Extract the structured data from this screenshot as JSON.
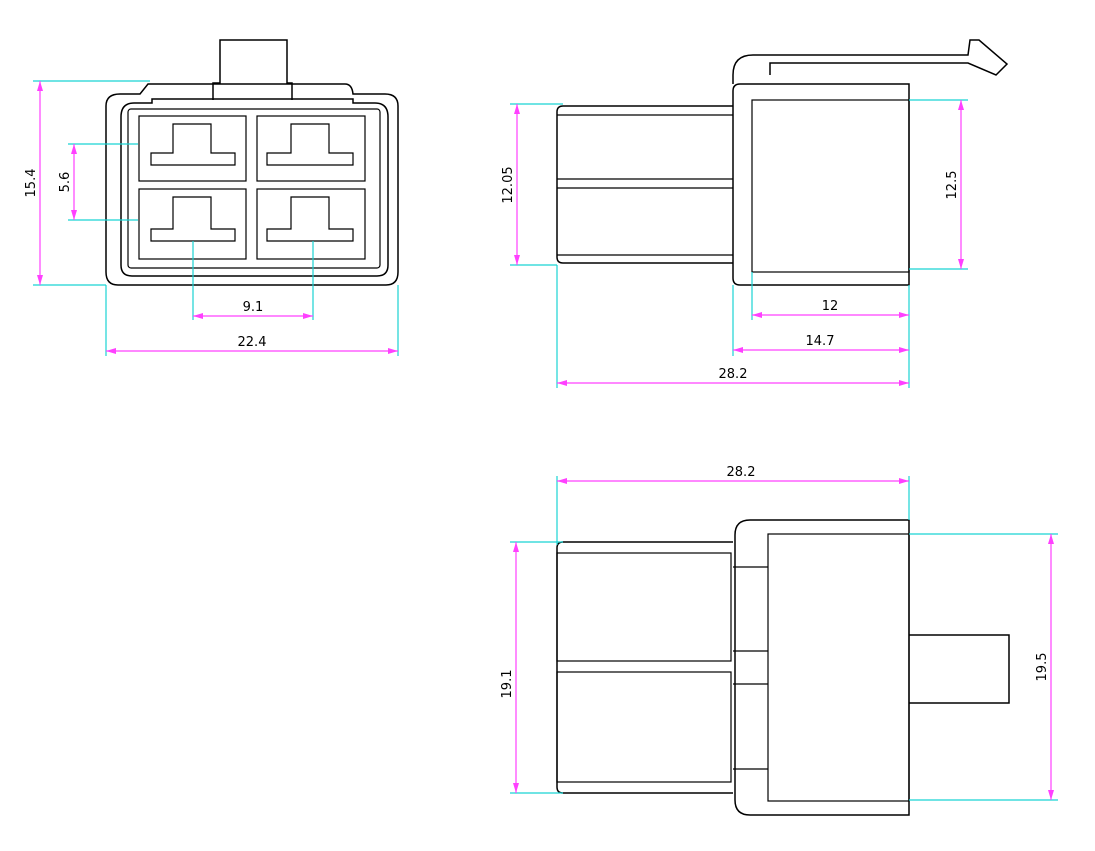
{
  "colors": {
    "outline": "#000000",
    "extension_line": "#19d3d3",
    "dimension_line": "#ff40ff",
    "background": "#ffffff"
  },
  "dimensions": {
    "front_height": "15.4",
    "front_pitch_vertical": "5.6",
    "front_pitch_horizontal": "9.1",
    "front_width": "22.4",
    "side_body_height": "12.05",
    "side_cap_height": "12.5",
    "side_cap_length": "12",
    "side_housing_length": "14.7",
    "side_total_length": "28.2",
    "top_total_length": "28.2",
    "top_body_width": "19.1",
    "top_cap_width": "19.5"
  }
}
